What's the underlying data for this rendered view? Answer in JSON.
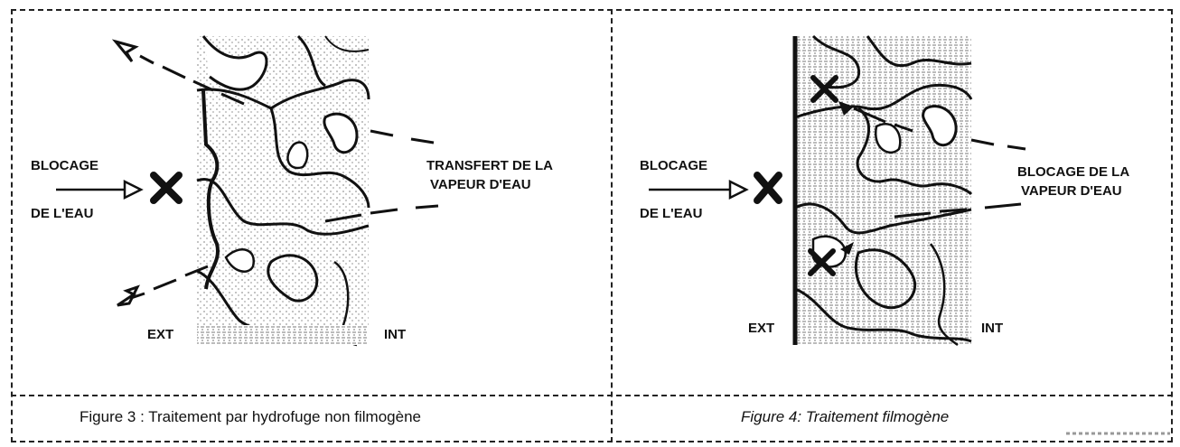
{
  "figure3": {
    "caption": "Figure 3 : Traitement par hydrofuge non filmogène",
    "left_label_line1": "BLOCAGE",
    "left_label_line2": "DE L'EAU",
    "right_label_line1": "TRANSFERT DE LA",
    "right_label_line2": "VAPEUR D'EAU",
    "ext_label": "EXT",
    "int_label": "INT"
  },
  "figure4": {
    "caption": "Figure 4: Traitement filmogène",
    "left_label_line1": "BLOCAGE",
    "left_label_line2": "DE L'EAU",
    "right_label_line1": "BLOCAGE DE LA",
    "right_label_line2": "VAPEUR D'EAU",
    "ext_label": "EXT",
    "int_label": "INT"
  }
}
